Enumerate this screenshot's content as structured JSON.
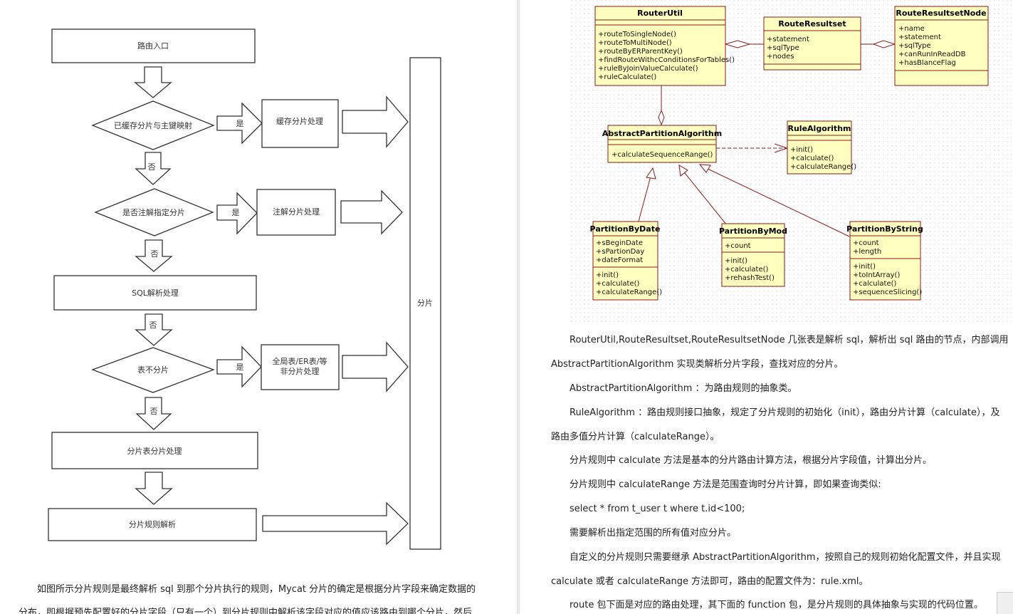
{
  "flowchart": {
    "entry": "路由入口",
    "cond1": "已缓存分片与主键映射",
    "act1": "缓存分片处理",
    "cond2": "是否注解指定分片",
    "act2": "注解分片处理",
    "sql_parse": "SQL解析处理",
    "cond3": "表不分片",
    "act3_l1": "全局表/ER表/等",
    "act3_l2": "非分片处理",
    "shard_table": "分片表分片处理",
    "rule_parse": "分片规则解析",
    "shard": "分片",
    "yes": "是",
    "no": "否"
  },
  "left_text": {
    "p1": "如图所示分片规则是最终解析 sql 到那个分片执行的规则，Mycat 分片的确定是根据分片字段来确定数据的",
    "p2": "分布，即根据预先配置好的分片字段（只有一个）到分片规则中解析该字段对应的值应该路由到哪个分片，然后"
  },
  "uml": {
    "router_util": {
      "title": "RouterUtil",
      "ops": [
        "+routeToSingleNode()",
        "+routeToMultiNode()",
        "+routeByERParentKey()",
        "+findRouteWithcConditionsForTables()",
        "+ruleByJoinValueCalculate()",
        "+ruleCalculate()"
      ]
    },
    "route_resultset": {
      "title": "RouteResultset",
      "attrs": [
        "+statement",
        "+sqlType",
        "+nodes"
      ]
    },
    "route_resultset_node": {
      "title": "RouteResultsetNode",
      "attrs": [
        "+name",
        "+statement",
        "+sqlType",
        "+canRunInReadDB",
        "+hasBlanceFlag"
      ]
    },
    "abstract_partition": {
      "title": "AbstractPartitionAlgorithm",
      "ops": [
        "+calculateSequenceRange()"
      ]
    },
    "rule_algorithm": {
      "title": "RuleAlgorithm",
      "ops": [
        "+init()",
        "+calculate()",
        "+calculateRange()"
      ]
    },
    "partition_by_date": {
      "title": "PartitionByDate",
      "attrs": [
        "+sBeginDate",
        "+sPartionDay",
        "+dateFormat"
      ],
      "ops": [
        "+init()",
        "+calculate()",
        "+calculateRange()"
      ]
    },
    "partition_by_mod": {
      "title": "PartitionByMod",
      "attrs": [
        "+count"
      ],
      "ops": [
        "+init()",
        "+calculate()",
        "+rehashTest()"
      ]
    },
    "partition_by_string": {
      "title": "PartitionByString",
      "attrs": [
        "+count",
        "+length"
      ],
      "ops": [
        "+init()",
        "+toIntArray()",
        "+calculate()",
        "+sequenceSlicing()"
      ]
    }
  },
  "right_text": {
    "p1a": "RouterUtil,RouteResultset,RouteResultsetNode 几张表是解析 sql，解析出 sql 路由的节点，内部调用",
    "p1b": "AbstractPartitionAlgorithm 实现类解析分片字段，查找对应的分片。",
    "p2": "AbstractPartitionAlgorithm ：为路由规则的抽象类。",
    "p3a": "RuleAlgorithm ：路由规则接口抽象，规定了分片规则的初始化（init），路由分片计算（calculate），及",
    "p3b": "路由多值分片计算（calculateRange）。",
    "p4": "分片规则中 calculate 方法是基本的分片路由计算方法，根据分片字段值，计算出分片。",
    "p5": "分片规则中 calculateRange 方法是范围查询时分片计算，即如果查询类似:",
    "p6": "select * from t_user t where t.id<100;",
    "p7": "需要解析出指定范围的所有值对应分片。",
    "p8a": "自定义的分片规则只需要继承 AbstractPartitionAlgorithm，按照自己的规则初始化配置文件，并且实现",
    "p8b": "calculate 或者 calculateRange 方法即可，路由的配置文件为：rule.xml。",
    "p9": "route 包下面是对应的路由处理，其下面的 function 包，是分片规则的具体抽象与实现的代码位置。"
  }
}
